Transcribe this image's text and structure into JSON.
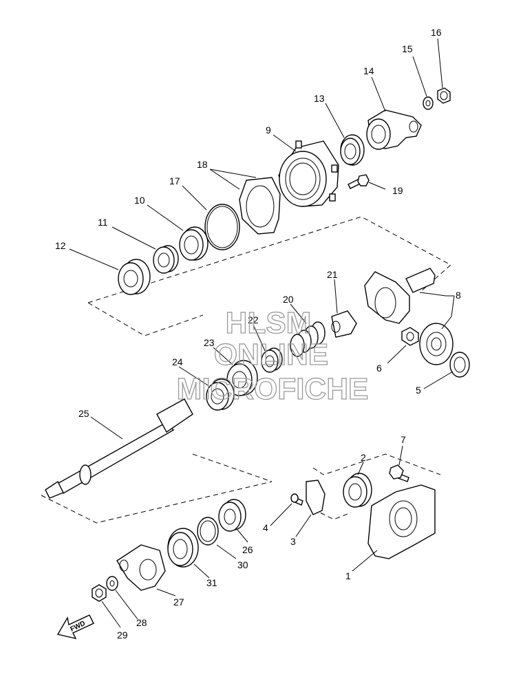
{
  "labels": {
    "1": "1",
    "2": "2",
    "3": "3",
    "4": "4",
    "5": "5",
    "6": "6",
    "7": "7",
    "8": "8",
    "9": "9",
    "10": "10",
    "11": "11",
    "12": "12",
    "13": "13",
    "14": "14",
    "15": "15",
    "16": "16",
    "17": "17",
    "18": "18",
    "19": "19",
    "20": "20",
    "21": "21",
    "22": "22",
    "23": "23",
    "24": "24",
    "25": "25",
    "26": "26",
    "27": "27",
    "28": "28",
    "29": "29",
    "30": "30",
    "31": "31"
  },
  "watermark": {
    "line1": "HLSM",
    "line2": "ONLINE",
    "line3": "MICROFICHE"
  },
  "direction_arrow": {
    "text": "FWD"
  }
}
